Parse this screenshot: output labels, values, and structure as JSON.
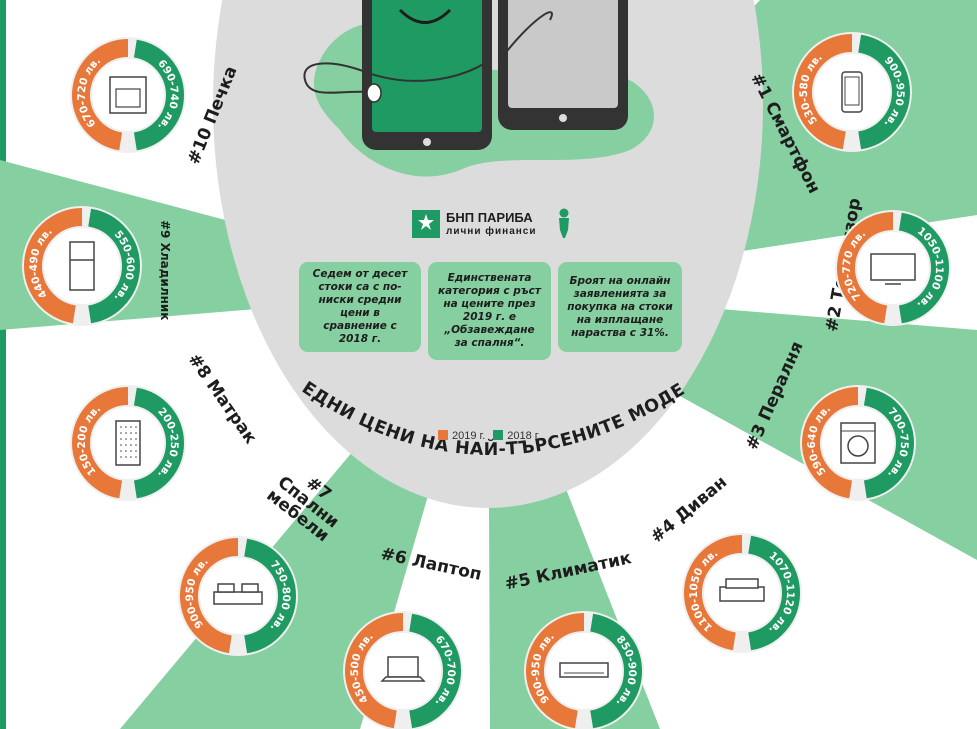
{
  "brand": {
    "name": "БНП ПАРИБА",
    "subtitle": "лични финанси"
  },
  "colors": {
    "green": "#1e9a62",
    "light_green": "#86cfa0",
    "orange": "#e8773a",
    "center_gray": "#dcdcdc",
    "ring_bg": "#efefef"
  },
  "facts": [
    "Седем от десет стоки са с по-ниски средни цени в сравнение с 2018 г.",
    "Единствената категория с ръст на цените през 2019 г. е „Обзавеждане за спалня“.",
    "Броят на онлайн заявленията за покупка на стоки на изплащане нараства с 31%."
  ],
  "main_title": "СРЕДНИ ЦЕНИ НА НАЙ-ТЪРСЕНИТЕ МОДЕЛИ",
  "legend": {
    "y2019": "2019 г.",
    "y2018": "2018 г."
  },
  "products": [
    {
      "rank": "#1 Смартфон",
      "price_2019": "530-580 лв.",
      "price_2018": "900-950 лв.",
      "icon": "smartphone-icon"
    },
    {
      "rank": "#2 Телевизор",
      "price_2019": "720-770 лв.",
      "price_2018": "1050-1100 лв.",
      "icon": "tv-icon"
    },
    {
      "rank": "#3 Пералня",
      "price_2019": "590-640 лв.",
      "price_2018": "700-750 лв.",
      "icon": "washing-machine-icon"
    },
    {
      "rank": "#4 Диван",
      "price_2019": "1100-1050 лв.",
      "price_2018": "1070-1120 лв.",
      "icon": "sofa-icon"
    },
    {
      "rank": "#5 Климатик",
      "price_2019": "900-950 лв.",
      "price_2018": "850-900 лв.",
      "icon": "air-conditioner-icon"
    },
    {
      "rank": "#6 Лаптоп",
      "price_2019": "450-500 лв.",
      "price_2018": "670-700 лв.",
      "icon": "laptop-icon"
    },
    {
      "rank": "#7 Спални мебели",
      "price_2019": "900-950 лв.",
      "price_2018": "750-800 лв.",
      "icon": "bed-icon"
    },
    {
      "rank": "#8 Матрак",
      "price_2019": "150-200 лв.",
      "price_2018": "200-250 лв.",
      "icon": "mattress-icon"
    },
    {
      "rank": "#9 Хладилник",
      "price_2019": "440-490 лв.",
      "price_2018": "550-600 лв.",
      "icon": "fridge-icon"
    },
    {
      "rank": "#10 Печка",
      "price_2019": "670-720 лв.",
      "price_2018": "690-740 лв.",
      "icon": "stove-icon"
    }
  ]
}
